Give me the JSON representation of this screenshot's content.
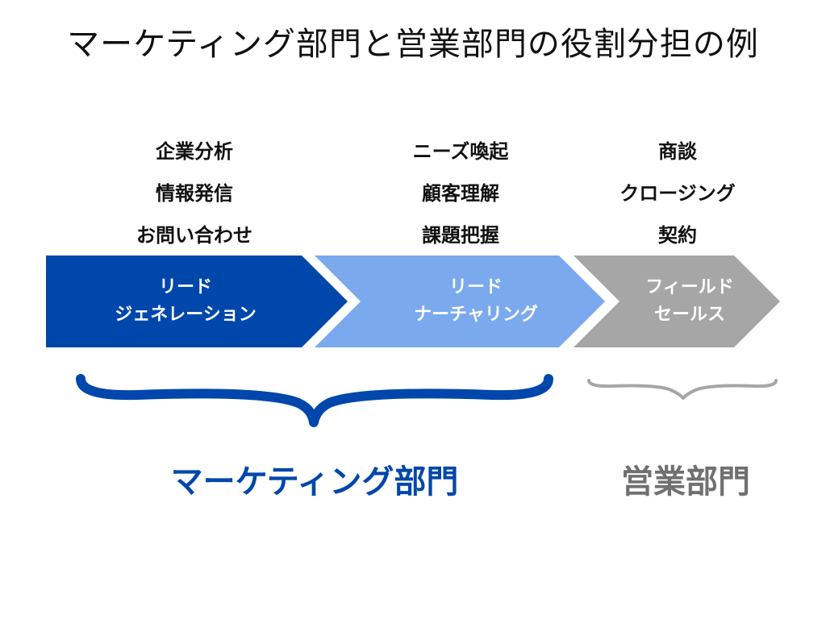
{
  "title": "マーケティング部門と営業部門の役割分担の例",
  "columns": [
    {
      "tasks": [
        "企業分析",
        "情報発信",
        "お問い合わせ"
      ]
    },
    {
      "tasks": [
        "ニーズ喚起",
        "顧客理解",
        "課題把握"
      ]
    },
    {
      "tasks": [
        "商談",
        "クロージング",
        "契約"
      ]
    }
  ],
  "stages": [
    {
      "line1": "リード",
      "line2": "ジェネレーション",
      "color": "#0047AB"
    },
    {
      "line1": "リード",
      "line2": "ナーチャリング",
      "color": "#7AA9EE"
    },
    {
      "line1": "フィールド",
      "line2": "セールス",
      "color": "#A6A6A6"
    }
  ],
  "departments": [
    {
      "label": "マーケティング部門",
      "color": "#0047AB"
    },
    {
      "label": "営業部門",
      "color": "#707070"
    }
  ],
  "brace_colors": {
    "marketing": "#0047AB",
    "sales": "#A6A6A6"
  }
}
